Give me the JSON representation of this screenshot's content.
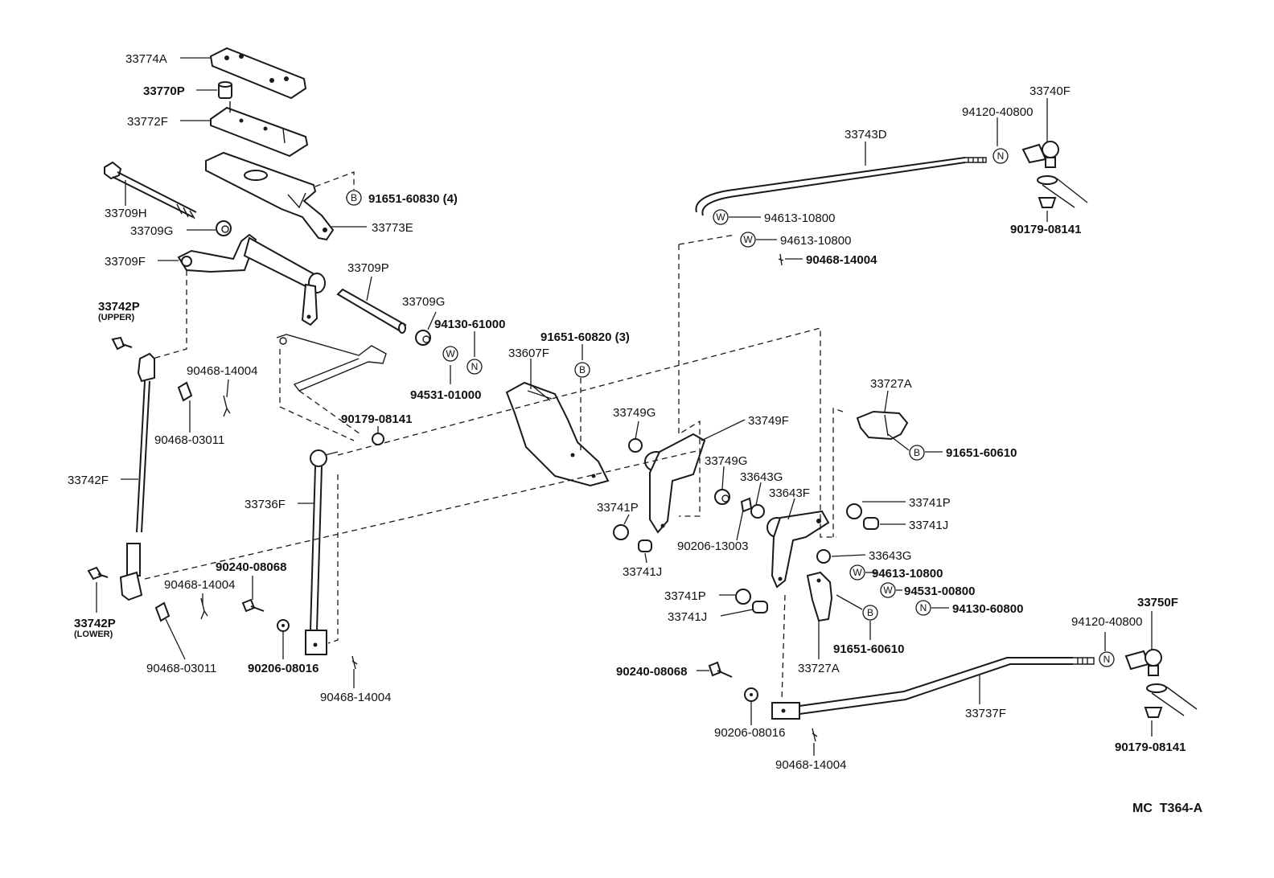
{
  "symbols": {
    "bolt": "B",
    "washer": "W",
    "nut": "N"
  },
  "labels": {
    "p33774A": "33774A",
    "p33770P": "33770P",
    "p33772F": "33772F",
    "p33709H": "33709H",
    "p33709G_top": "33709G",
    "p33773E": "33773E",
    "p91651_60830": "91651-60830 (4)",
    "p33709F": "33709F",
    "p33709P": "33709P",
    "p33709G_mid": "33709G",
    "p94130_61000": "94130-61000",
    "p94531_01000": "94531-01000",
    "p91651_60820": "91651-60820 (3)",
    "p33607F": "33607F",
    "p33742P_upper": "33742P",
    "p33742P_upper_note": "(UPPER)",
    "p90468_14004_a": "90468-14004",
    "p90468_03011_a": "90468-03011",
    "p33742F": "33742F",
    "p90179_08141_mid": "90179-08141",
    "p33736F": "33736F",
    "p33742P_lower": "33742P",
    "p33742P_lower_note": "(LOWER)",
    "p90468_14004_b": "90468-14004",
    "p90240_08068_a": "90240-08068",
    "p90468_03011_b": "90468-03011",
    "p90206_08016_a": "90206-08016",
    "p90468_14004_c": "90468-14004",
    "p33743D": "33743D",
    "p94120_40800_top": "94120-40800",
    "p33740F": "33740F",
    "p90179_08141_top": "90179-08141",
    "p94613_10800_a": "94613-10800",
    "p94613_10800_b": "94613-10800",
    "p90468_14004_d": "90468-14004",
    "p33749G_a": "33749G",
    "p33749F": "33749F",
    "p33749G_b": "33749G",
    "p33643G_a": "33643G",
    "p33643F": "33643F",
    "p33727A_top": "33727A",
    "p91651_60610_a": "91651-60610",
    "p33741P_a": "33741P",
    "p33741J_a": "33741J",
    "p33741P_b": "33741P",
    "p33741J_b": "33741J",
    "p90206_13003": "90206-13003",
    "p33643G_b": "33643G",
    "p94613_10800_c": "94613-10800",
    "p94531_00800": "94531-00800",
    "p94130_60800": "94130-60800",
    "p33741P_c": "33741P",
    "p33741J_c": "33741J",
    "p91651_60610_b": "91651-60610",
    "p33727A_bot": "33727A",
    "p90240_08068_b": "90240-08068",
    "p90206_08016_b": "90206-08016",
    "p90468_14004_e": "90468-14004",
    "p33737F": "33737F",
    "p94120_40800_bot": "94120-40800",
    "p33750F": "33750F",
    "p90179_08141_bot": "90179-08141"
  },
  "diagram_code": "MC  T364-A"
}
